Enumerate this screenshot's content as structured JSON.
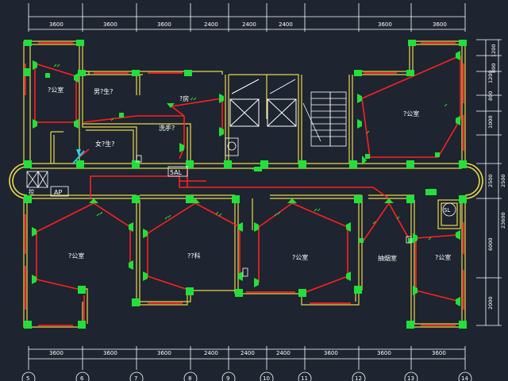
{
  "colors": {
    "background": "#1e2430",
    "wall": "#e8d84a",
    "wire": "#ff2020",
    "fixture": "#22e03a",
    "dimension": "#ffffff",
    "window": "#e02020"
  },
  "dimensions": {
    "top": [
      "3600",
      "3600",
      "3600",
      "2400",
      "2400",
      "2400",
      "3600",
      "3600"
    ],
    "bottom": [
      "3600",
      "3600",
      "3600",
      "2400",
      "2400",
      "2400",
      "3600",
      "3600",
      "3600"
    ],
    "right": [
      "1200",
      "800",
      "1200",
      "800",
      "1000",
      "2500",
      "2500",
      "23600",
      "6000",
      "2000"
    ]
  },
  "axes": [
    "5",
    "6",
    "7",
    "8",
    "9",
    "10",
    "11",
    "12",
    "13",
    "14"
  ],
  "rooms": {
    "office_nw": "?公室",
    "male_wc": "男?生?",
    "female_wc": "女?生?",
    "kitchen": "?房",
    "washroom": "洗手?",
    "office_ne": "?公室",
    "office_sw": "?公室",
    "materials": "??科",
    "office_s": "?公室",
    "smoking": "抽烟室",
    "office_se": "?公室"
  },
  "symbols": {
    "panel": "5AL",
    "ap": "AP",
    "sl": "SL",
    "tag": "控"
  }
}
